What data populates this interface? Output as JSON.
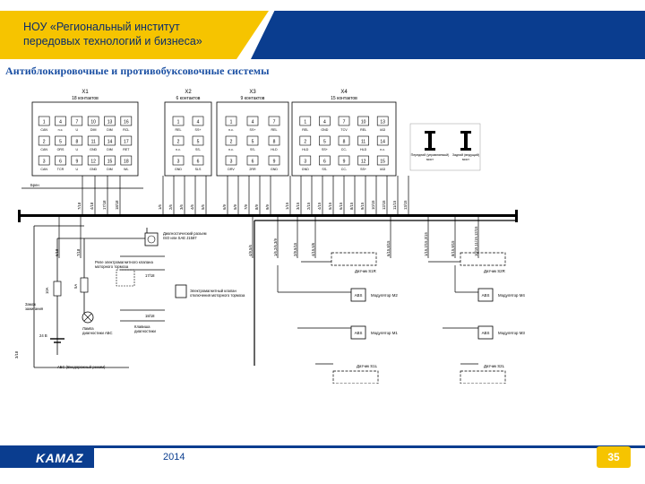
{
  "header": {
    "org_line1": "НОУ «Региональный институт",
    "org_line2": "передовых технологий и бизнеса»"
  },
  "slide_title": "Антиблокировочные и противобуксовочные системы",
  "diagram": {
    "connectors": [
      {
        "name": "X1",
        "contacts": "18 контактов",
        "pins": [
          [
            "1",
            "CAN"
          ],
          [
            "4",
            "n.c."
          ],
          [
            "7",
            "U"
          ],
          [
            "10",
            "DIM"
          ],
          [
            "13",
            "DIM"
          ],
          [
            "16",
            "RCL"
          ],
          [
            "2",
            "CAN"
          ],
          [
            "5",
            "ORS"
          ],
          [
            "8",
            "U"
          ],
          [
            "11",
            "GND"
          ],
          [
            "14",
            "DIM"
          ],
          [
            "17",
            "RET"
          ],
          [
            "3",
            "CAN"
          ],
          [
            "6",
            "TCR"
          ],
          [
            "9",
            "U"
          ],
          [
            "12",
            "GND"
          ],
          [
            "15",
            "DIM"
          ],
          [
            "18",
            "WL"
          ]
        ]
      },
      {
        "name": "X2",
        "contacts": "6 контактов",
        "pins": [
          [
            "1",
            "REL"
          ],
          [
            "4",
            "SS+"
          ],
          [
            "2",
            "n.c."
          ],
          [
            "5",
            "SS-"
          ],
          [
            "3",
            "GND"
          ],
          [
            "6",
            "SLS"
          ]
        ]
      },
      {
        "name": "X3",
        "contacts": "9 контактов",
        "pins": [
          [
            "1",
            "n.c."
          ],
          [
            "4",
            "SS+"
          ],
          [
            "7",
            "REL"
          ],
          [
            "2",
            "n.c."
          ],
          [
            "5",
            "SS-"
          ],
          [
            "8",
            "HLD"
          ],
          [
            "3",
            "DRV"
          ],
          [
            "6",
            "2RR"
          ],
          [
            "9",
            "GND"
          ]
        ]
      },
      {
        "name": "X4",
        "contacts": "15 контактов",
        "pins": [
          [
            "1",
            "REL"
          ],
          [
            "4",
            "GND"
          ],
          [
            "7",
            "TCV"
          ],
          [
            "10",
            "REL"
          ],
          [
            "13",
            "IAD"
          ],
          [
            "2",
            "HLD"
          ],
          [
            "5",
            "SS+"
          ],
          [
            "8",
            "CC-"
          ],
          [
            "11",
            "HLD"
          ],
          [
            "14",
            "n.c."
          ],
          [
            "3",
            "GND"
          ],
          [
            "6",
            "SS-"
          ],
          [
            "9",
            "CC-"
          ],
          [
            "12",
            "SS+"
          ],
          [
            "15",
            "IAD"
          ]
        ]
      }
    ],
    "legend": {
      "item1": "Передний (управляемый) мост",
      "item2": "Задний (ведущий) мост"
    },
    "bus_labels_top": [
      "Брен",
      "7/18",
      "4/18",
      "17/18",
      "18/18",
      "1/6",
      "2/6",
      "3/6",
      "4/6",
      "5/6",
      "6/9",
      "5/9",
      "7/9",
      "8/9",
      "9/9",
      "1/15",
      "3/15",
      "2/15",
      "4/15",
      "5/15",
      "6/15",
      "8/15",
      "9/15",
      "10/15",
      "12/15",
      "11/15",
      "13/15"
    ],
    "bus_labels_bottom": [
      "6/18",
      "7/18",
      "4/9,5/6",
      "1/6,2/6,3/9",
      "2/9,5/15",
      "4/15,5/6",
      "6/15,8/15",
      "1/15,2/15,3/15",
      "8/15,9/15",
      "10/15,11/15,12/15"
    ],
    "component_labels": {
      "diag_connector": "Диагностический разъем ISO или SAE J1587",
      "relay": "Реле электромагнитного клапана моторного тормоза",
      "valve": "Электромагнитный клапан отключения моторного тормоза",
      "ignition": "Замок зажигания",
      "lamp": "Лампа диагностики АБС",
      "diag_key": "Клавиша диагностики",
      "battery": "24 В",
      "abs_switch": "АБС (Внедорожный режим)",
      "fuse1": "10А",
      "fuse2": "5А",
      "wire_17_18": "17/18",
      "wire_18_18": "18/18",
      "wire_3_18": "3/18",
      "sensor_s1r": "Датчик S1R",
      "sensor_s2r": "Датчик S2R",
      "sensor_s1l": "Датчик S1L",
      "sensor_s2l": "Датчик S2L",
      "mod_m2": "Модулятор М2",
      "mod_m1": "Модулятор М1",
      "mod_m4": "Модулятор М4",
      "mod_m3": "Модулятор М3",
      "abs": "ABS"
    }
  },
  "footer": {
    "logo": "KAMAZ",
    "year": "2014",
    "page_number": "35"
  },
  "colors": {
    "yellow": "#f6c400",
    "blue": "#0a3d8f",
    "title_blue": "#1a4fa3"
  }
}
